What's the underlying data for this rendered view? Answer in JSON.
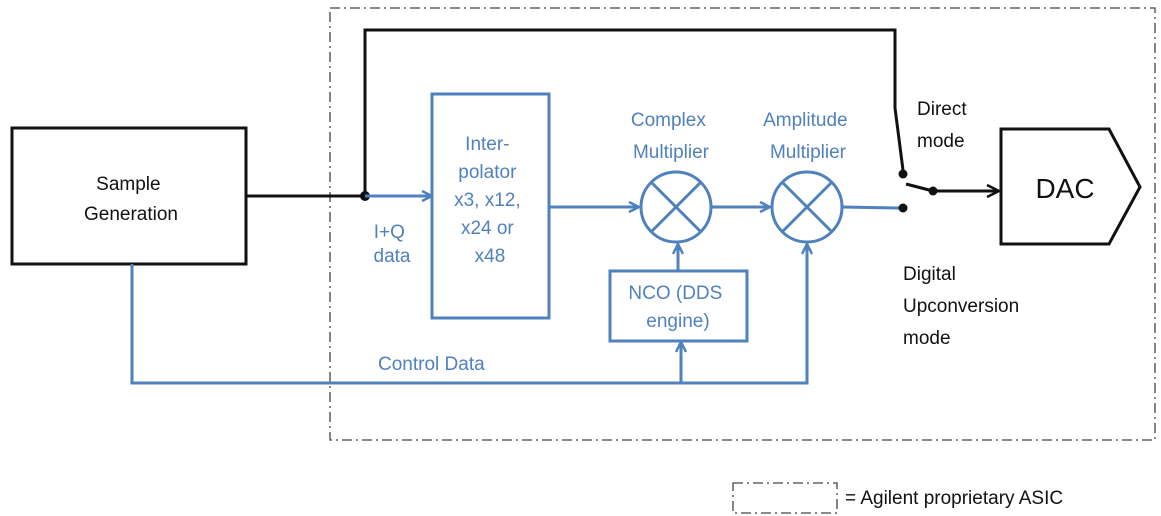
{
  "colors": {
    "signal_path": "#4f81bd",
    "main_path": "#111111",
    "asic_border": "#444444"
  },
  "blocks": {
    "sample_generation": [
      "Sample",
      "Generation"
    ],
    "interpolator": [
      "Inter-",
      "polator",
      "x3, x12,",
      "x24 or",
      "x48"
    ],
    "nco": [
      "NCO (DDS",
      "engine)"
    ],
    "dac": "DAC"
  },
  "labels": {
    "iq_data": [
      "I+Q",
      "data"
    ],
    "complex_multiplier": [
      "Complex",
      "Multiplier"
    ],
    "amplitude_multiplier": [
      "Amplitude",
      "Multiplier"
    ],
    "direct_mode": [
      "Direct",
      "mode"
    ],
    "digital_upconversion_mode": [
      "Digital",
      "Upconversion",
      "mode"
    ],
    "control_data": "Control Data"
  },
  "legend": {
    "text": "= Agilent proprietary ASIC"
  }
}
